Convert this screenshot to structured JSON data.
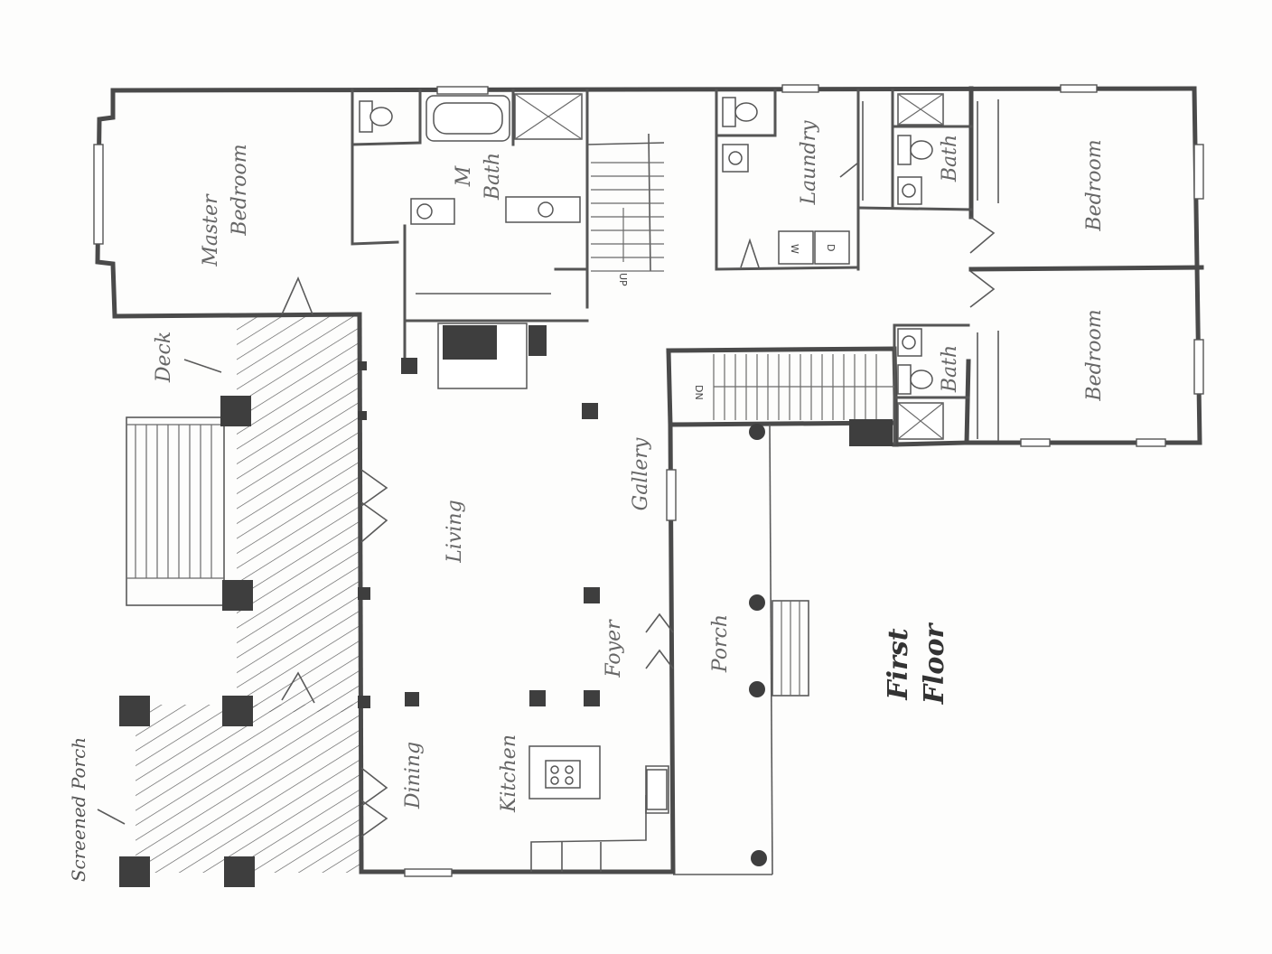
{
  "floor_title": {
    "line1": "First",
    "line2": "Floor"
  },
  "rooms": {
    "master_bedroom": {
      "line1": "Master",
      "line2": "Bedroom"
    },
    "m_bath": {
      "line1": "M",
      "line2": "Bath"
    },
    "laundry": "Laundry",
    "bath_upper": "Bath",
    "bedroom_upper": "Bedroom",
    "bath_lower": "Bath",
    "bedroom_lower": "Bedroom",
    "deck": "Deck",
    "living": "Living",
    "gallery": "Gallery",
    "foyer": "Foyer",
    "porch": "Porch",
    "dining": "Dining",
    "kitchen": "Kitchen",
    "screened_porch": "Screened Porch"
  },
  "stair_labels": {
    "up": "UP",
    "dn": "DN"
  },
  "appliance_labels": {
    "washer": "W",
    "dryer": "D"
  },
  "colors": {
    "wall": "#4a4a4a",
    "hatch": "#5a5a5a",
    "paper": "#fdfdfc"
  }
}
